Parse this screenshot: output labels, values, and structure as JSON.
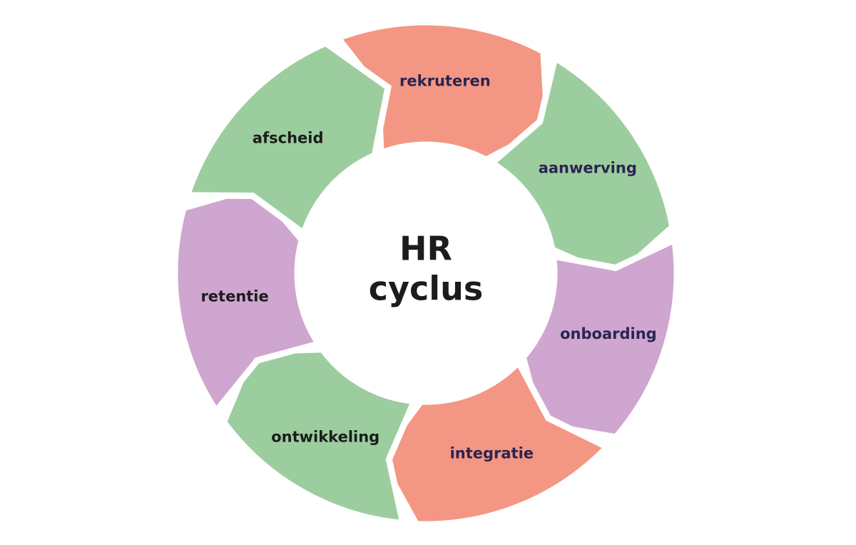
{
  "center": {
    "title_line1": "HR",
    "title_line2": "cyclus"
  },
  "stages": [
    {
      "label": "rekruteren",
      "color": "#f39784",
      "text_color": "#2b2450"
    },
    {
      "label": "aanwerving",
      "color": "#9ccd9e",
      "text_color": "#2b2450"
    },
    {
      "label": "onboarding",
      "color": "#cfa6cf",
      "text_color": "#2b2450"
    },
    {
      "label": "integratie",
      "color": "#f39784",
      "text_color": "#2b2450"
    },
    {
      "label": "ontwikkeling",
      "color": "#9ccd9e",
      "text_color": "#1c1c1c"
    },
    {
      "label": "retentie",
      "color": "#cfa6cf",
      "text_color": "#1c1c1c"
    },
    {
      "label": "afscheid",
      "color": "#9ccd9e",
      "text_color": "#1c1c1c"
    }
  ]
}
